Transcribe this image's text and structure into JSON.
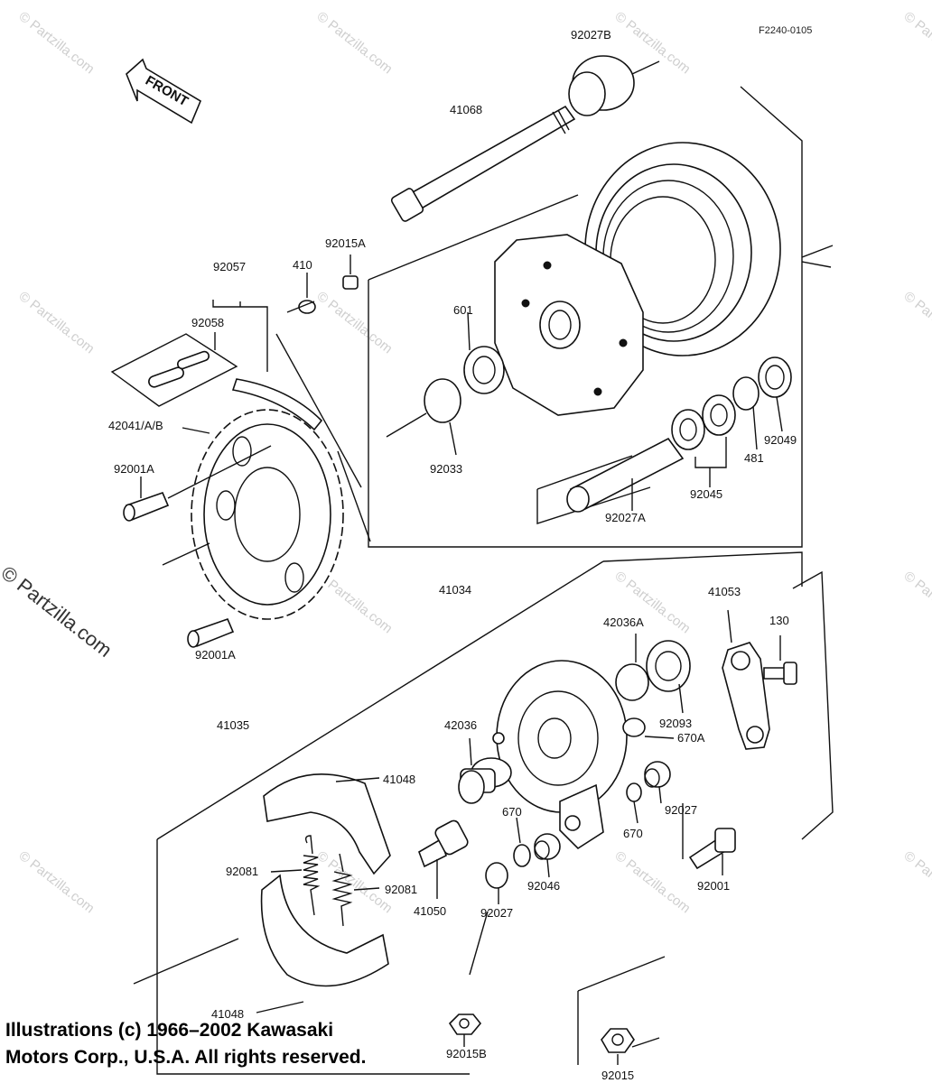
{
  "header": {
    "ref_code": "F2240-0105",
    "front_label": "FRONT"
  },
  "watermark": {
    "text": "© Partzilla.com"
  },
  "parts": [
    {
      "id": "92027B",
      "label": "92027B"
    },
    {
      "id": "41068",
      "label": "41068"
    },
    {
      "id": "92015A",
      "label": "92015A"
    },
    {
      "id": "410",
      "label": "410"
    },
    {
      "id": "92057",
      "label": "92057"
    },
    {
      "id": "92058",
      "label": "92058"
    },
    {
      "id": "601",
      "label": "601"
    },
    {
      "id": "42041AB",
      "label": "42041/A/B"
    },
    {
      "id": "92033",
      "label": "92033"
    },
    {
      "id": "92001A-top",
      "label": "92001A"
    },
    {
      "id": "92049",
      "label": "92049"
    },
    {
      "id": "481",
      "label": "481"
    },
    {
      "id": "92045",
      "label": "92045"
    },
    {
      "id": "92027A",
      "label": "92027A"
    },
    {
      "id": "41034",
      "label": "41034"
    },
    {
      "id": "41053",
      "label": "41053"
    },
    {
      "id": "130",
      "label": "130"
    },
    {
      "id": "92001A-bottom",
      "label": "92001A"
    },
    {
      "id": "42036A",
      "label": "42036A"
    },
    {
      "id": "92093",
      "label": "92093"
    },
    {
      "id": "670A",
      "label": "670A"
    },
    {
      "id": "41035",
      "label": "41035"
    },
    {
      "id": "42036",
      "label": "42036"
    },
    {
      "id": "41048-top",
      "label": "41048"
    },
    {
      "id": "92027-right",
      "label": "92027"
    },
    {
      "id": "670-left",
      "label": "670"
    },
    {
      "id": "670-right",
      "label": "670"
    },
    {
      "id": "92081-left",
      "label": "92081"
    },
    {
      "id": "92081-right",
      "label": "92081"
    },
    {
      "id": "41050",
      "label": "41050"
    },
    {
      "id": "92046",
      "label": "92046"
    },
    {
      "id": "92027-bottom",
      "label": "92027"
    },
    {
      "id": "92001",
      "label": "92001"
    },
    {
      "id": "41048-bottom",
      "label": "41048"
    },
    {
      "id": "92015B",
      "label": "92015B"
    },
    {
      "id": "92015",
      "label": "92015"
    }
  ],
  "copyright": {
    "line1": "Illustrations (c) 1966–2002 Kawasaki",
    "line2": "Motors Corp., U.S.A.  All rights reserved."
  }
}
